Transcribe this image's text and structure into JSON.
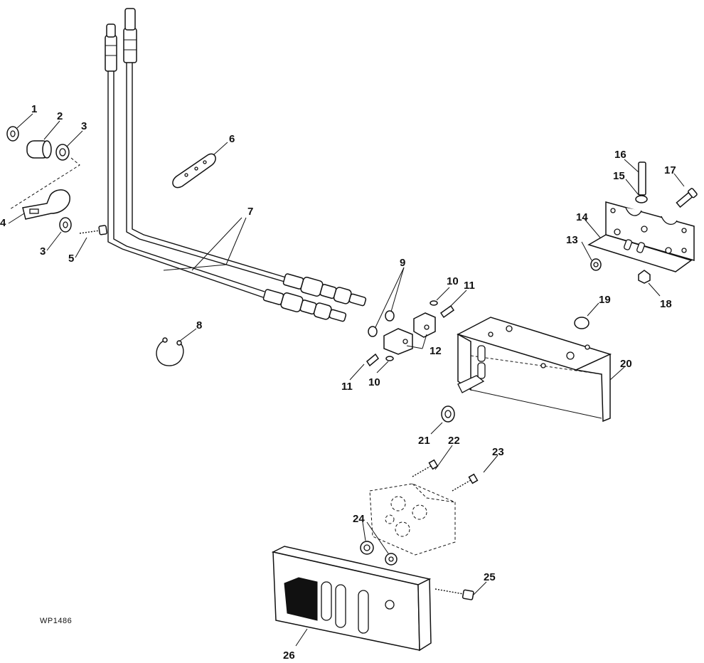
{
  "figure_code": "WP1486",
  "callouts": {
    "c1": "1",
    "c2": "2",
    "c3a": "3",
    "c3b": "3",
    "c4": "4",
    "c5": "5",
    "c6": "6",
    "c7": "7",
    "c8": "8",
    "c9": "9",
    "c10a": "10",
    "c10b": "10",
    "c11a": "11",
    "c11b": "11",
    "c12": "12",
    "c13": "13",
    "c14": "14",
    "c15": "15",
    "c16": "16",
    "c17": "17",
    "c18": "18",
    "c19": "19",
    "c20": "20",
    "c21": "21",
    "c22": "22",
    "c23": "23",
    "c24": "24",
    "c25": "25",
    "c26": "26"
  }
}
